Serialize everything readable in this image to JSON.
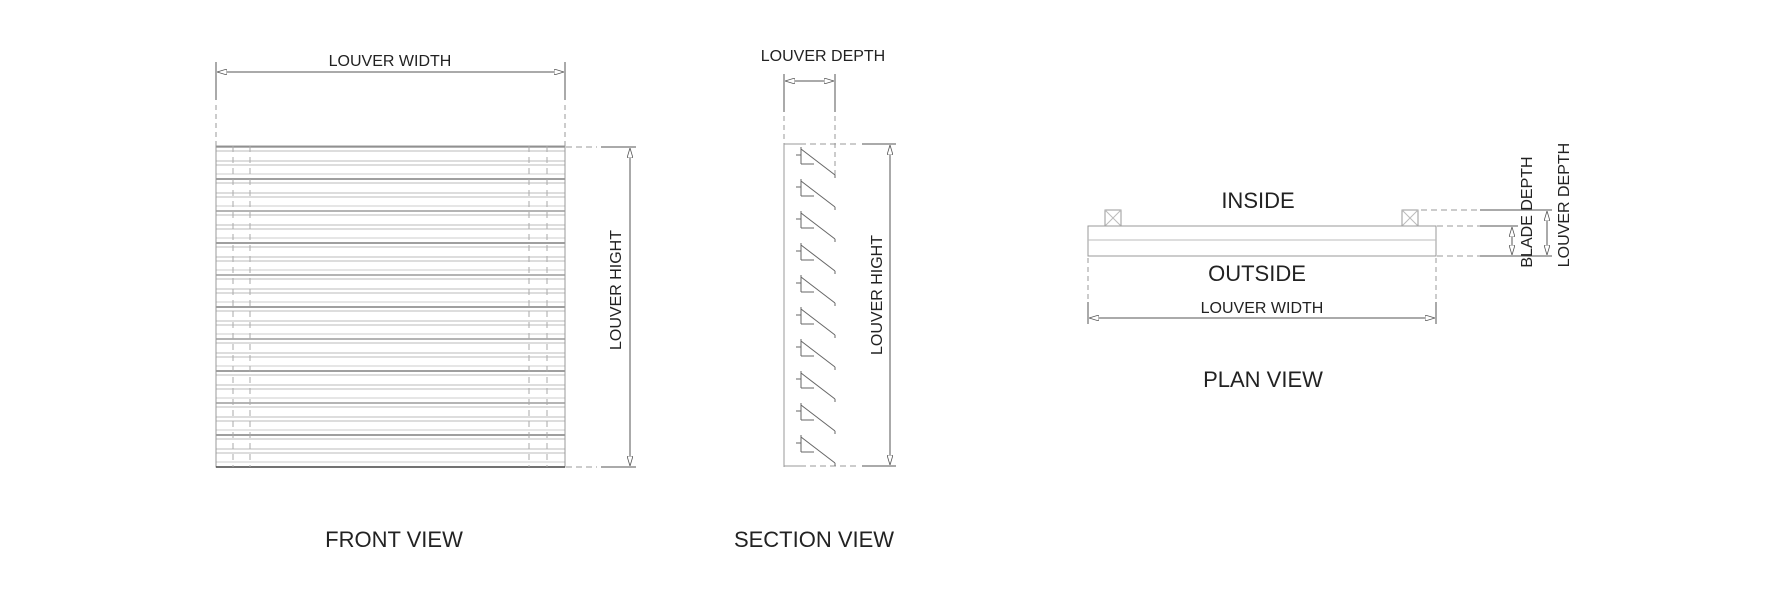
{
  "front_view": {
    "title": "FRONT VIEW",
    "width_label": "LOUVER WIDTH",
    "height_label": "LOUVER HIGHT",
    "blade_count": 10
  },
  "section_view": {
    "title": "SECTION VIEW",
    "depth_label": "LOUVER DEPTH",
    "height_label": "LOUVER HIGHT",
    "blade_count": 10
  },
  "plan_view": {
    "title": "PLAN VIEW",
    "inside_label": "INSIDE",
    "outside_label": "OUTSIDE",
    "width_label": "LOUVER WIDTH",
    "blade_depth_label": "BLADE DEPTH",
    "louver_depth_label": "LOUVER DEPTH"
  },
  "colors": {
    "line": "#555555",
    "light": "#aaaaaa",
    "text": "#222222"
  }
}
